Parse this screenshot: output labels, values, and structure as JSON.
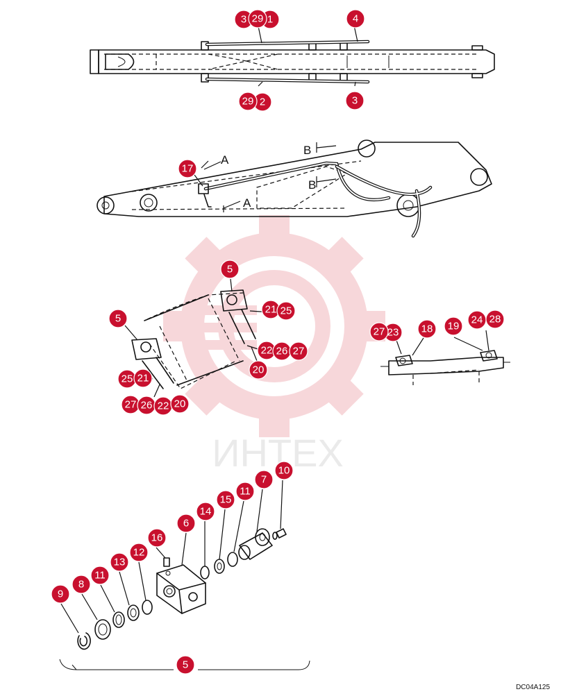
{
  "watermark": {
    "brand": "ИНТЕХ",
    "color": "#f2b8bd"
  },
  "drawing_ref": "DC04A125",
  "accent_color": "#c8102e",
  "view_markers": {
    "a_top": "A",
    "a_bottom": "A",
    "b_top": "B",
    "b_bottom": "B"
  },
  "callouts": [
    {
      "id": "c-3a",
      "label": "3"
    },
    {
      "id": "c-1a",
      "label": "1"
    },
    {
      "id": "c-29a",
      "label": "29"
    },
    {
      "id": "c-4",
      "label": "4"
    },
    {
      "id": "c-2",
      "label": "2"
    },
    {
      "id": "c-29b",
      "label": "29"
    },
    {
      "id": "c-3b",
      "label": "3"
    },
    {
      "id": "c-17",
      "label": "17"
    },
    {
      "id": "c-5a",
      "label": "5"
    },
    {
      "id": "c-21a",
      "label": "21"
    },
    {
      "id": "c-25a",
      "label": "25"
    },
    {
      "id": "c-5b",
      "label": "5"
    },
    {
      "id": "c-22a",
      "label": "22"
    },
    {
      "id": "c-26a",
      "label": "26"
    },
    {
      "id": "c-27a",
      "label": "27"
    },
    {
      "id": "c-20a",
      "label": "20"
    },
    {
      "id": "c-25b",
      "label": "25"
    },
    {
      "id": "c-21b",
      "label": "21"
    },
    {
      "id": "c-27b",
      "label": "27"
    },
    {
      "id": "c-26b",
      "label": "26"
    },
    {
      "id": "c-22b",
      "label": "22"
    },
    {
      "id": "c-20b",
      "label": "20"
    },
    {
      "id": "c-23",
      "label": "23"
    },
    {
      "id": "c-27c",
      "label": "27"
    },
    {
      "id": "c-18",
      "label": "18"
    },
    {
      "id": "c-19",
      "label": "19"
    },
    {
      "id": "c-24",
      "label": "24"
    },
    {
      "id": "c-28",
      "label": "28"
    },
    {
      "id": "c-7",
      "label": "7"
    },
    {
      "id": "c-10",
      "label": "10"
    },
    {
      "id": "c-11a",
      "label": "11"
    },
    {
      "id": "c-15",
      "label": "15"
    },
    {
      "id": "c-14",
      "label": "14"
    },
    {
      "id": "c-6",
      "label": "6"
    },
    {
      "id": "c-16",
      "label": "16"
    },
    {
      "id": "c-12",
      "label": "12"
    },
    {
      "id": "c-13",
      "label": "13"
    },
    {
      "id": "c-11b",
      "label": "11"
    },
    {
      "id": "c-8",
      "label": "8"
    },
    {
      "id": "c-9",
      "label": "9"
    },
    {
      "id": "c-5c",
      "label": "5"
    }
  ]
}
